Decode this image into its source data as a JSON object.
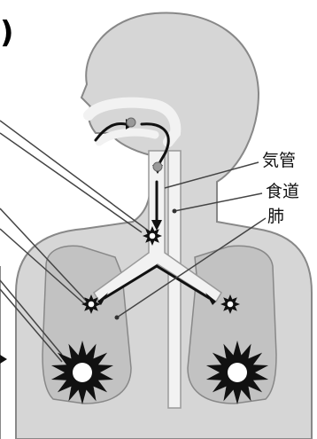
{
  "labels": {
    "trachea": "気管",
    "esophagus": "食道",
    "lung": "肺"
  },
  "colors": {
    "body_fill": "#d6d6d6",
    "body_outline": "#888888",
    "airway_fill": "#f2f2f2",
    "lung_fill": "#c2c2c2",
    "marker": "#111111"
  },
  "markers": [
    "small-star",
    "medium-star",
    "large-star"
  ]
}
